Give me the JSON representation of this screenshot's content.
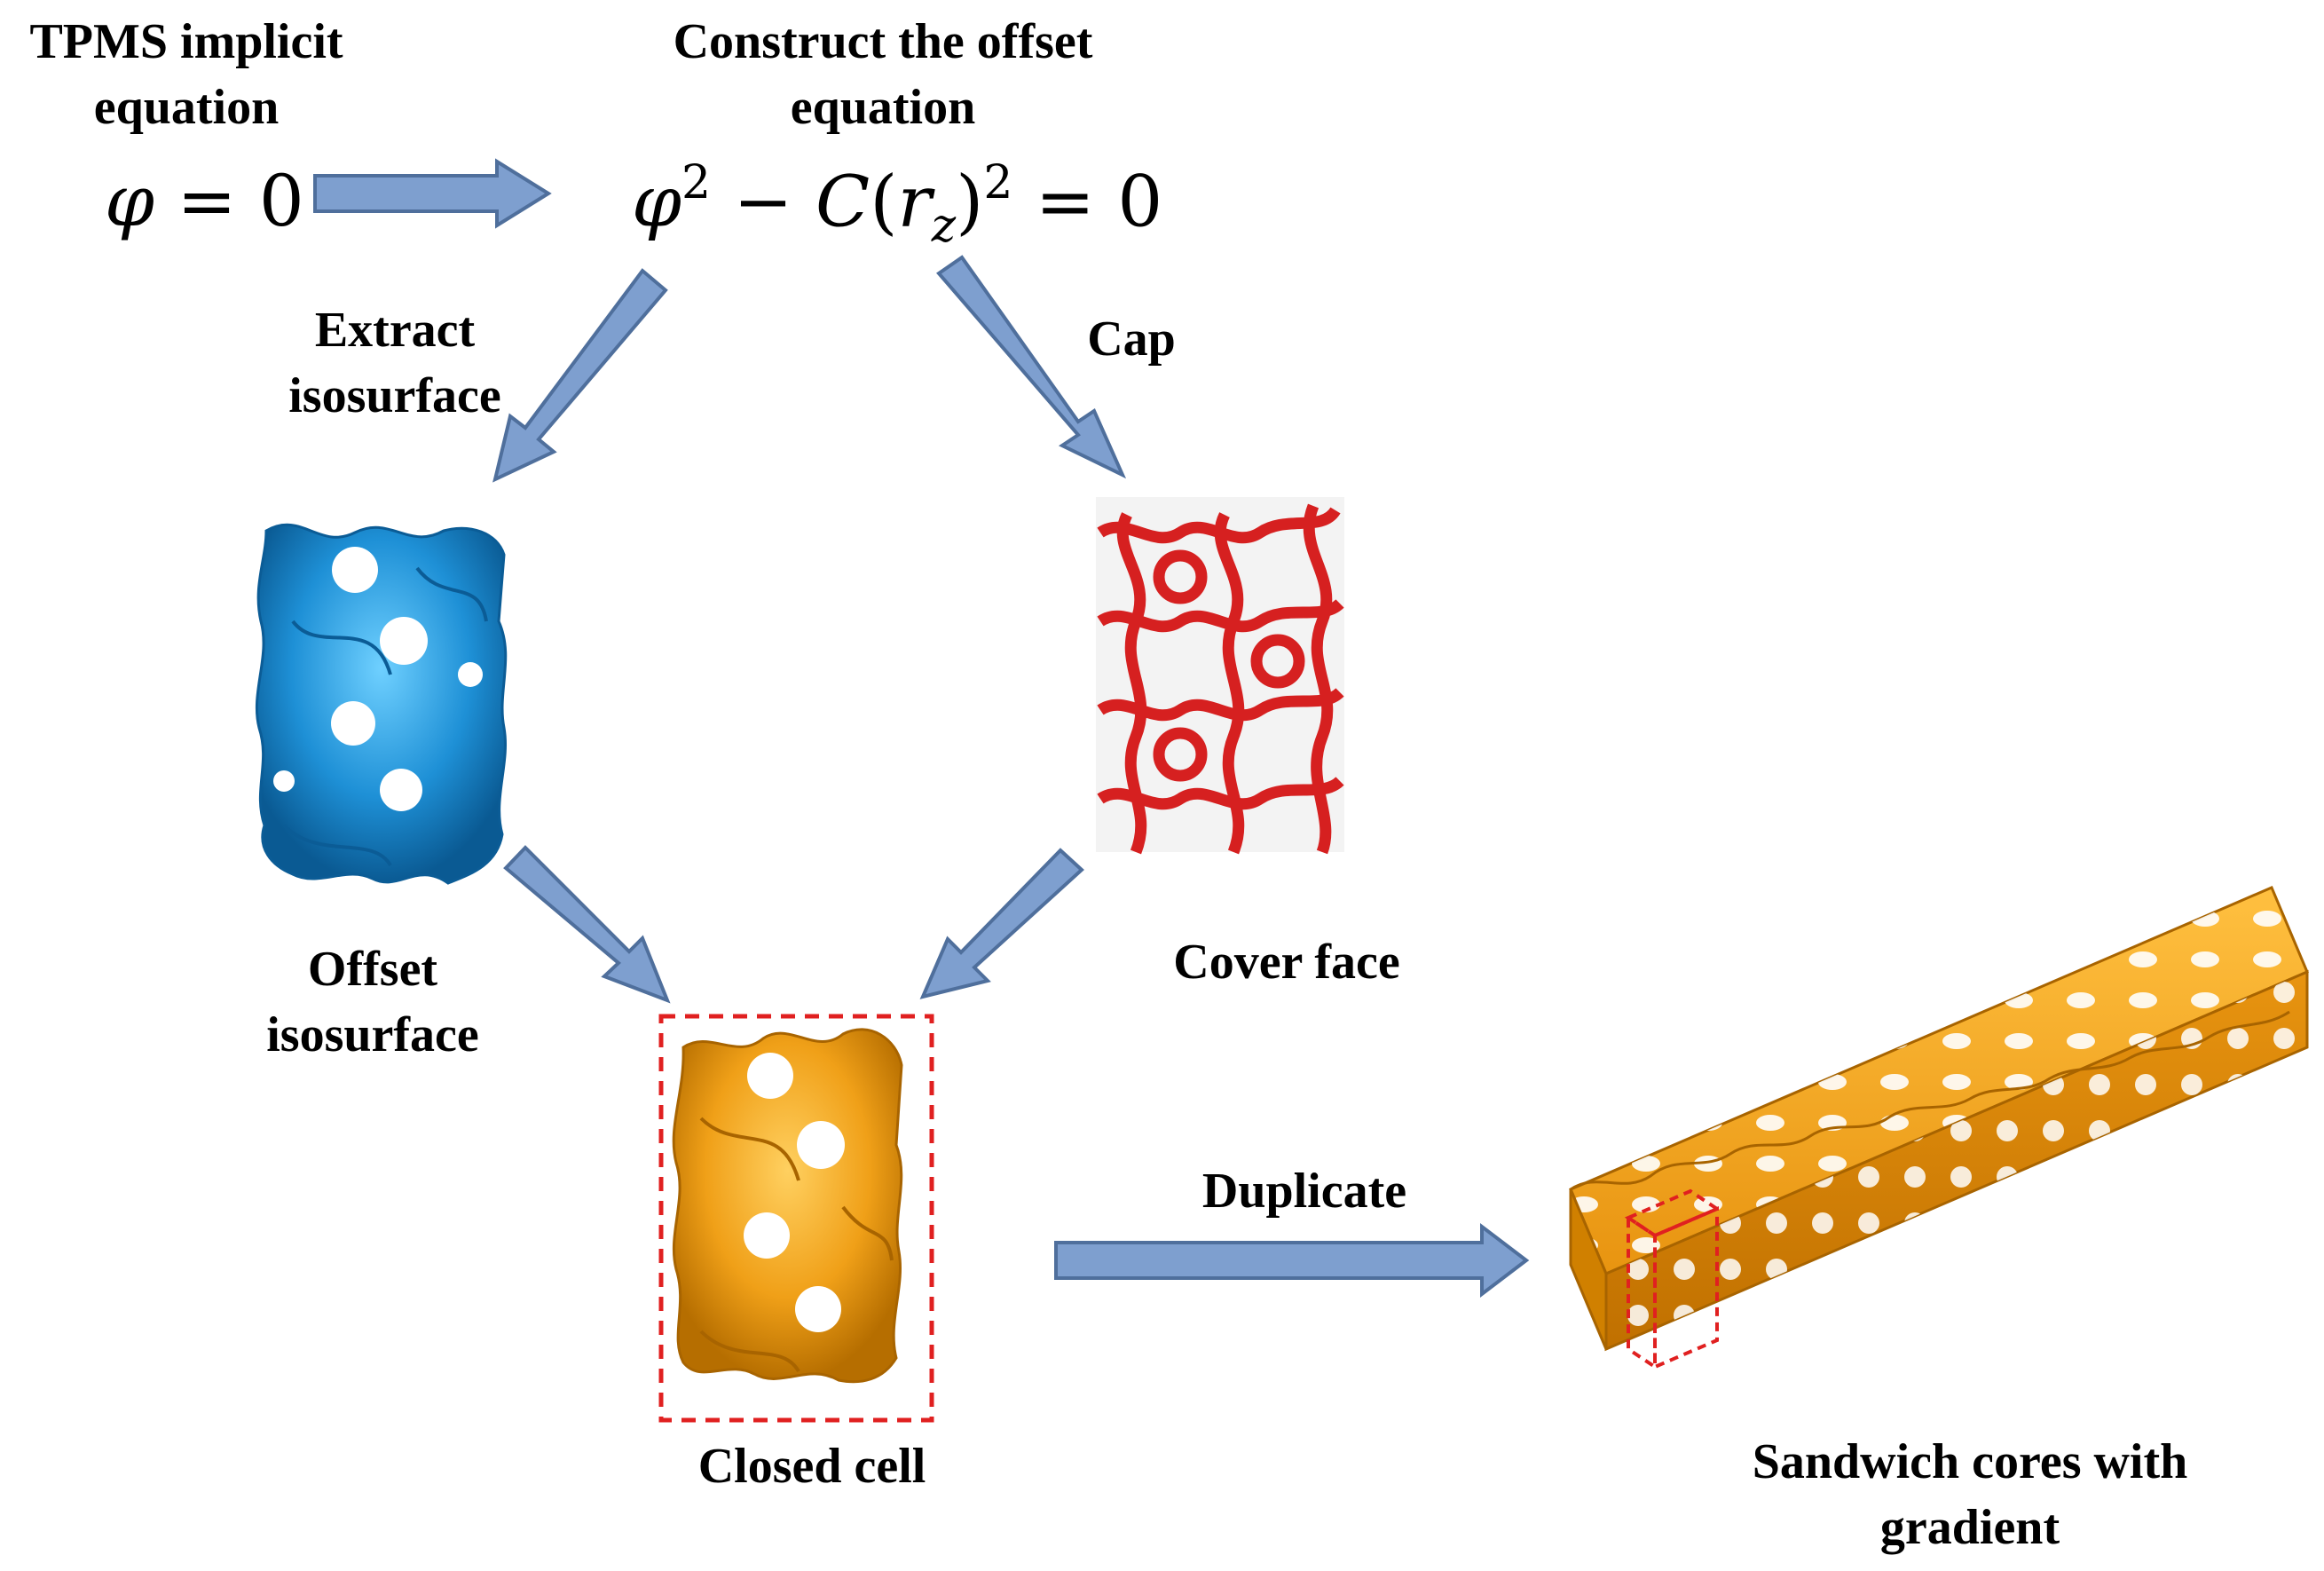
{
  "labels": {
    "tpms_line1": "TPMS implicit",
    "tpms_line2": "equation",
    "offset_title_line1": "Construct the offset",
    "offset_title_line2": "equation",
    "extract_line1": "Extract",
    "extract_line2": "isosurface",
    "cap": "Cap",
    "offset_iso_line1": "Offset",
    "offset_iso_line2": "isosurface",
    "cover_face": "Cover face",
    "closed_cell": "Closed cell",
    "duplicate": "Duplicate",
    "sandwich_line1": "Sandwich cores with",
    "sandwich_line2": "gradient"
  },
  "equations": {
    "tpms": {
      "var": "φ",
      "rhs": "= 0"
    },
    "offset": {
      "phi": "φ",
      "exp1": "2",
      "minus": "−",
      "C": "C",
      "open": "(",
      "r": "r",
      "sub": "z",
      "close": ")",
      "exp2": "2",
      "rhs": "= 0"
    }
  },
  "colors": {
    "arrow_fill": "#7e9fcf",
    "arrow_stroke": "#4f6f9c",
    "blue_surface": "#1e90d6",
    "red_face": "#d62020",
    "orange_cell": "#f0a018",
    "dashed_box": "#e02020"
  }
}
